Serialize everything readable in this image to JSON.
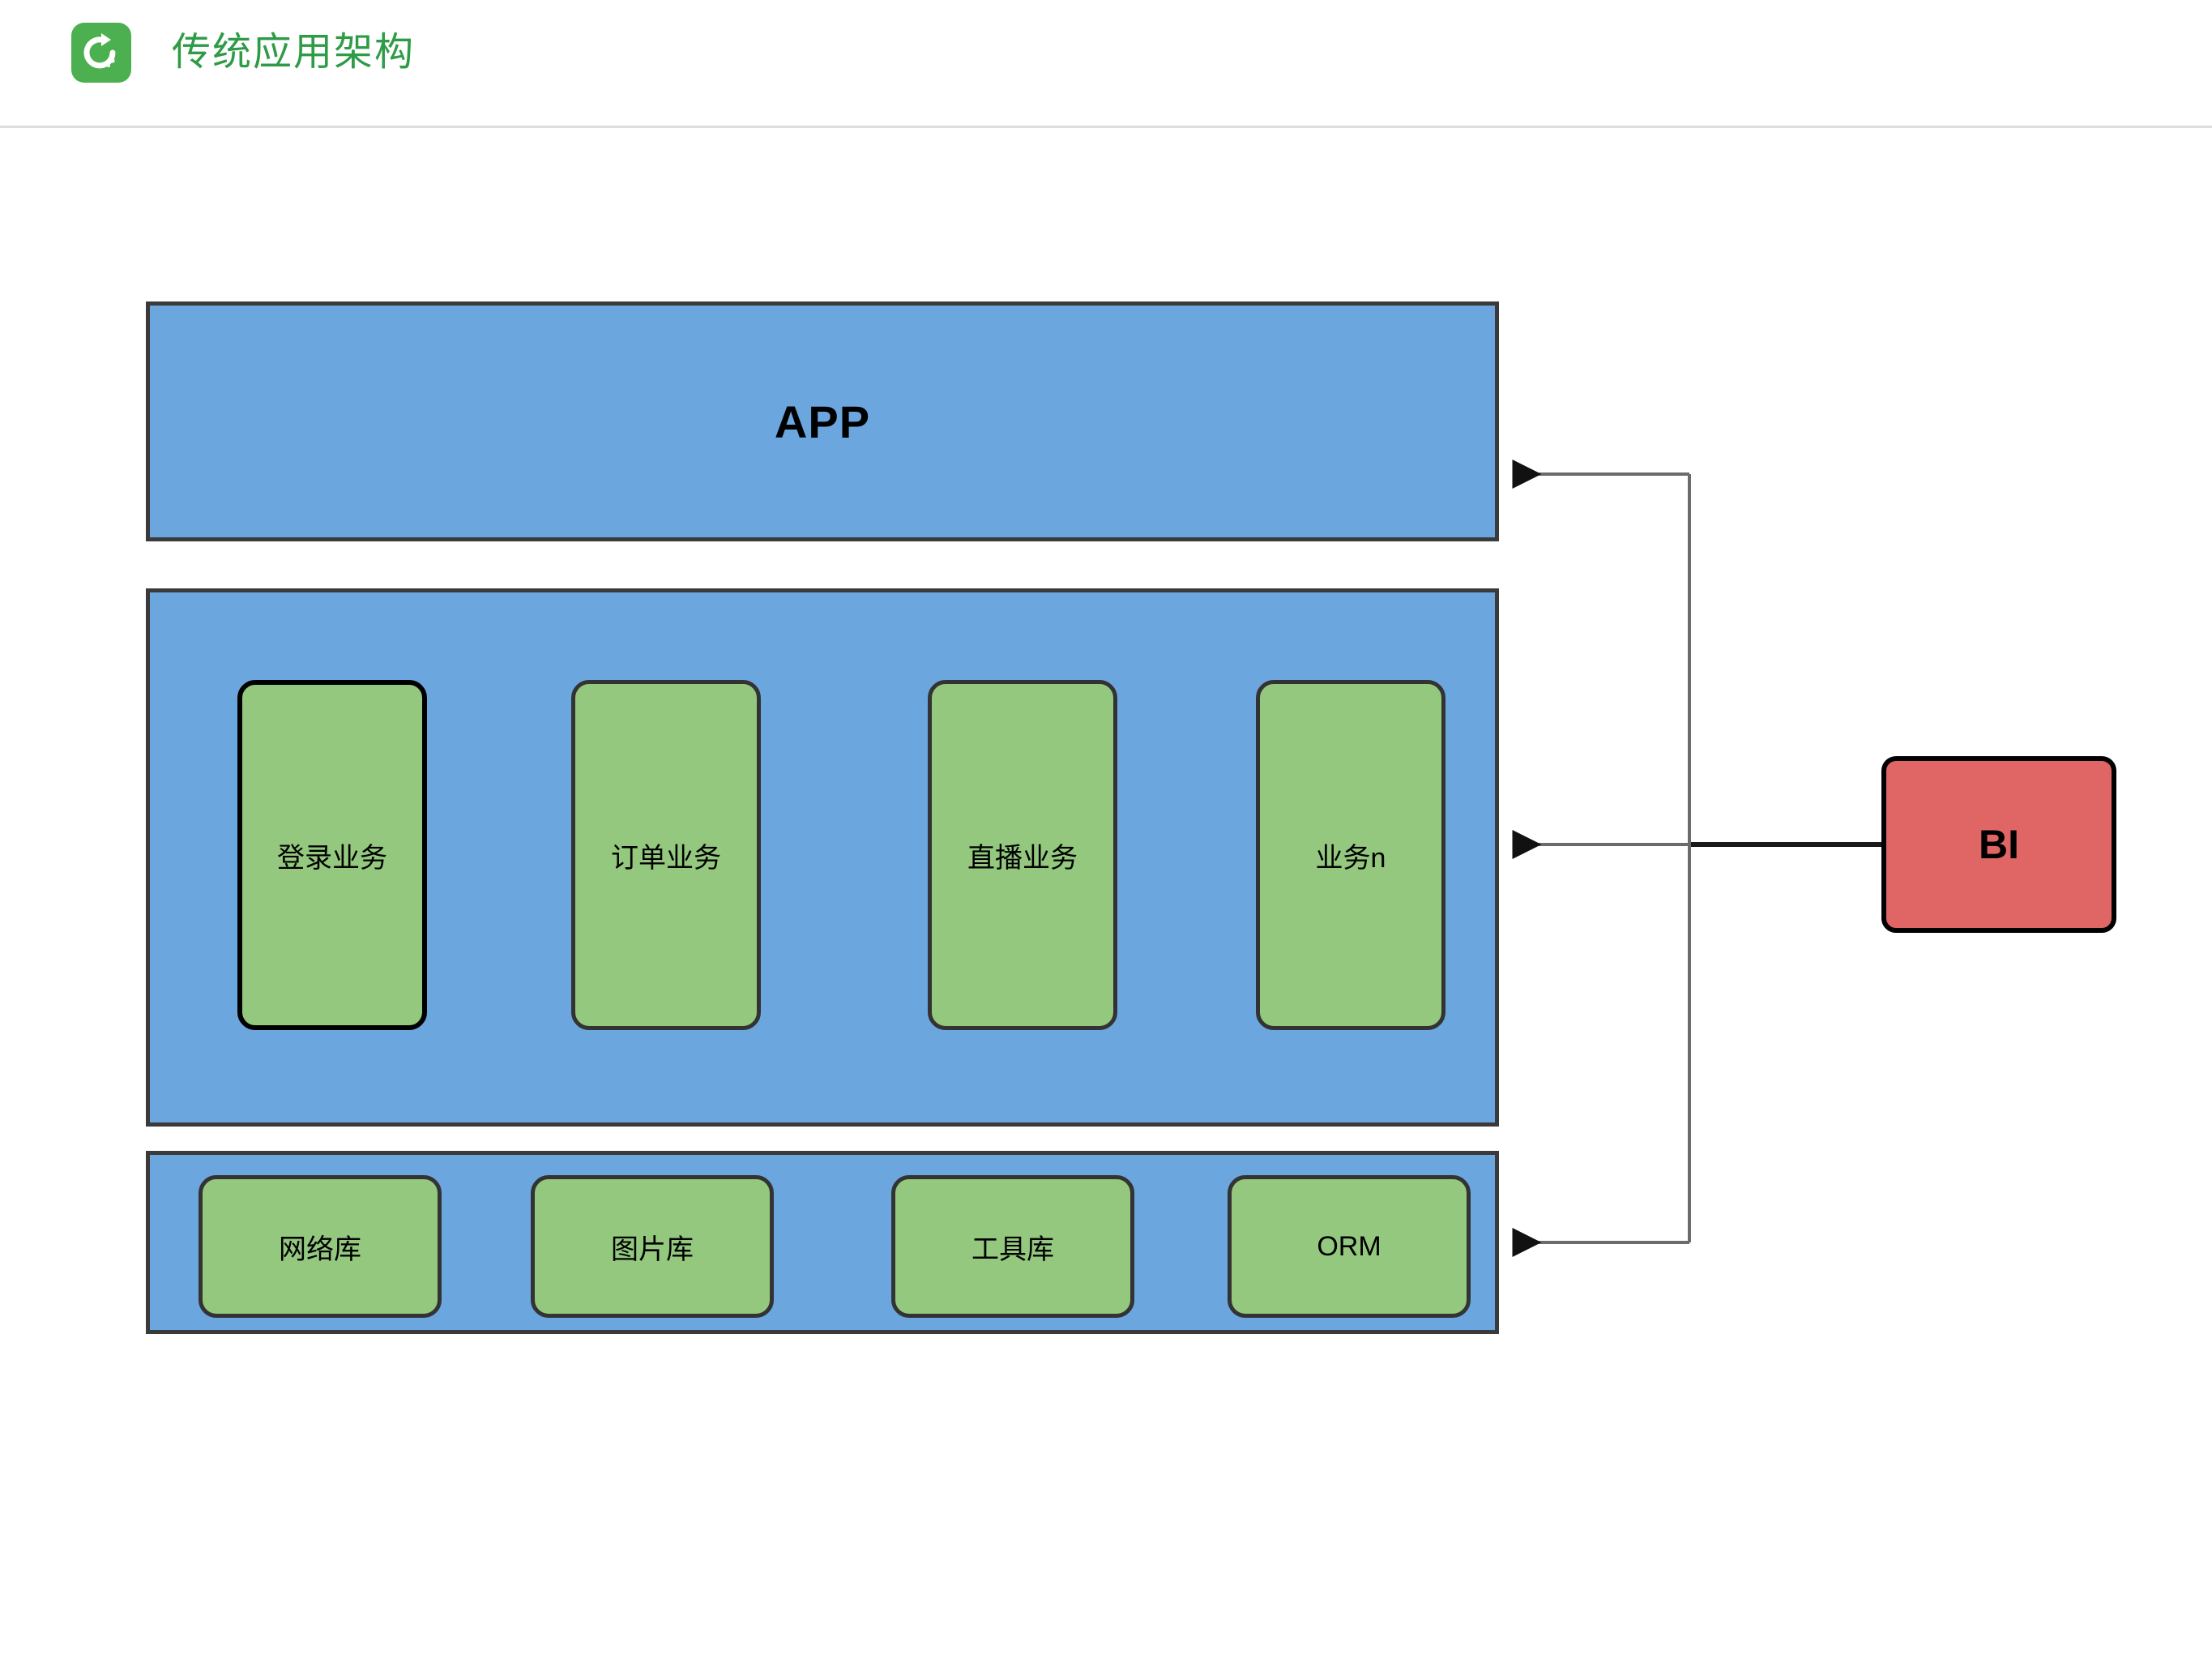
{
  "header": {
    "title": "传统应用架构",
    "logo_icon": "refresh-circular-arrow-icon",
    "logo_color": "#4caf50",
    "title_color": "#2e9b46"
  },
  "colors": {
    "layer_fill": "#6CA6DF",
    "layer_border": "#3a3a3a",
    "card_fill": "#93C87E",
    "card_border": "#333333",
    "bi_fill": "#E06666",
    "bi_border": "#000000",
    "connector": "#6b6b6b",
    "connector_strong": "#1a1a1a",
    "page_background": "#ffffff"
  },
  "diagram": {
    "type": "layered-architecture",
    "layers": [
      {
        "id": "app",
        "label": "APP",
        "fill": "#6CA6DF",
        "children": []
      },
      {
        "id": "business",
        "label": "",
        "fill": "#6CA6DF",
        "children": [
          {
            "label": "登录业务",
            "emphasis": true
          },
          {
            "label": "订单业务",
            "emphasis": false
          },
          {
            "label": "直播业务",
            "emphasis": false
          },
          {
            "label": "业务n",
            "emphasis": false
          }
        ]
      },
      {
        "id": "libraries",
        "label": "",
        "fill": "#6CA6DF",
        "children": [
          {
            "label": "网络库",
            "emphasis": false
          },
          {
            "label": "图片库",
            "emphasis": false
          },
          {
            "label": "工具库",
            "emphasis": false
          },
          {
            "label": "ORM",
            "emphasis": false
          }
        ]
      }
    ],
    "external_nodes": [
      {
        "id": "bi",
        "label": "BI",
        "fill": "#E06666"
      }
    ],
    "connections": [
      {
        "from": "bi",
        "to": "app",
        "arrow": "to-target"
      },
      {
        "from": "bi",
        "to": "business",
        "arrow": "to-target"
      },
      {
        "from": "bi",
        "to": "libraries",
        "arrow": "to-target"
      }
    ]
  }
}
